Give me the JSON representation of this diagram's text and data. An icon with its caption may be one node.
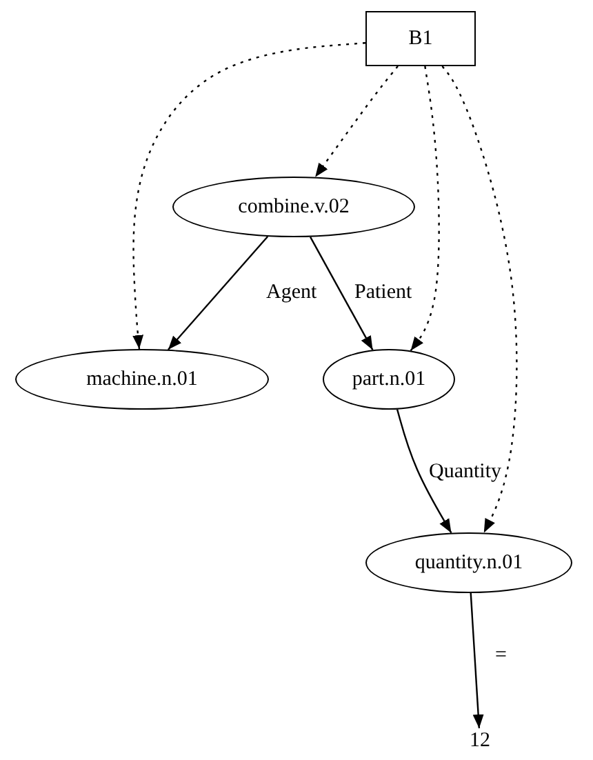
{
  "diagram": {
    "nodes": [
      {
        "text": [
          "B1"
        ]
      },
      {
        "text": [
          "combine.v.02"
        ]
      },
      {
        "text": [
          "machine.n.01"
        ]
      },
      {
        "text": [
          "part.n.01"
        ]
      },
      {
        "text": [
          "quantity.n.01"
        ]
      },
      {
        "text": [
          "12"
        ]
      }
    ],
    "edges": [
      {
        "from": 0,
        "to": 1,
        "arrow": "to",
        "style": "dashed"
      },
      {
        "from": 0,
        "to": 2,
        "arrow": "to",
        "style": "dashed"
      },
      {
        "from": 0,
        "to": 3,
        "arrow": "to",
        "style": "dashed"
      },
      {
        "from": 0,
        "to": 4,
        "arrow": "to",
        "style": "dashed"
      },
      {
        "from": 1,
        "to": 2,
        "arrow": "to",
        "label": "Agent"
      },
      {
        "from": 1,
        "to": 3,
        "arrow": "to",
        "label": "Patient"
      },
      {
        "from": 3,
        "to": 4,
        "arrow": "to",
        "label": "Quantity"
      },
      {
        "from": 4,
        "to": 5,
        "arrow": "to",
        "label": "="
      }
    ]
  }
}
